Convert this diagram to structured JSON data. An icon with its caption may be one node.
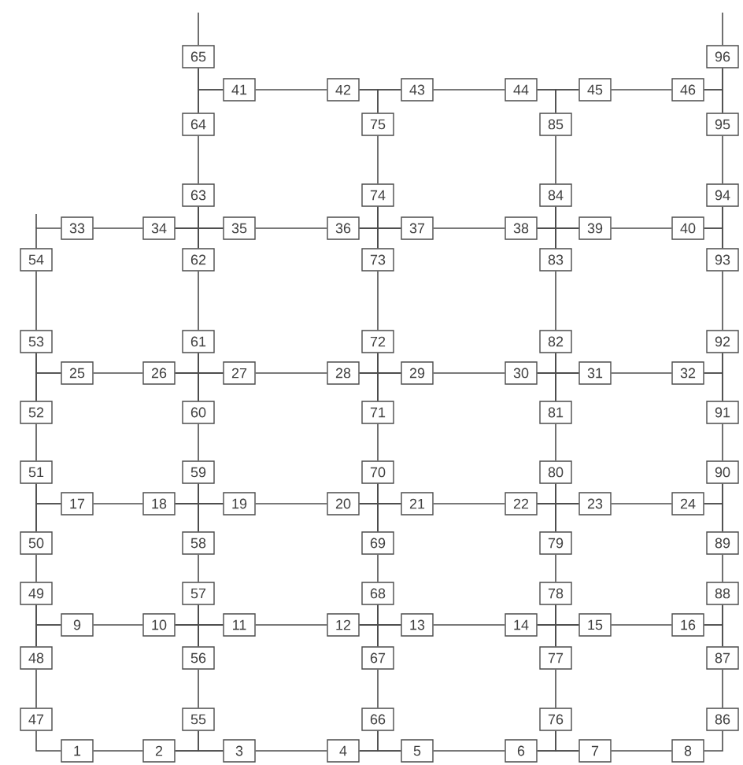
{
  "diagram": {
    "nodes": [
      {
        "text": [
          "1"
        ]
      },
      {
        "text": [
          "2"
        ]
      },
      {
        "text": [
          "3"
        ]
      },
      {
        "text": [
          "4"
        ]
      },
      {
        "text": [
          "5"
        ]
      },
      {
        "text": [
          "6"
        ]
      },
      {
        "text": [
          "7"
        ]
      },
      {
        "text": [
          "8"
        ]
      },
      {
        "text": [
          "9"
        ]
      },
      {
        "text": [
          "10"
        ]
      },
      {
        "text": [
          "11"
        ]
      },
      {
        "text": [
          "12"
        ]
      },
      {
        "text": [
          "13"
        ]
      },
      {
        "text": [
          "14"
        ]
      },
      {
        "text": [
          "15"
        ]
      },
      {
        "text": [
          "16"
        ]
      },
      {
        "text": [
          "17"
        ]
      },
      {
        "text": [
          "18"
        ]
      },
      {
        "text": [
          "19"
        ]
      },
      {
        "text": [
          "20"
        ]
      },
      {
        "text": [
          "21"
        ]
      },
      {
        "text": [
          "22"
        ]
      },
      {
        "text": [
          "23"
        ]
      },
      {
        "text": [
          "24"
        ]
      },
      {
        "text": [
          "25"
        ]
      },
      {
        "text": [
          "26"
        ]
      },
      {
        "text": [
          "27"
        ]
      },
      {
        "text": [
          "28"
        ]
      },
      {
        "text": [
          "29"
        ]
      },
      {
        "text": [
          "30"
        ]
      },
      {
        "text": [
          "31"
        ]
      },
      {
        "text": [
          "32"
        ]
      },
      {
        "text": [
          "33"
        ]
      },
      {
        "text": [
          "34"
        ]
      },
      {
        "text": [
          "35"
        ]
      },
      {
        "text": [
          "36"
        ]
      },
      {
        "text": [
          "37"
        ]
      },
      {
        "text": [
          "38"
        ]
      },
      {
        "text": [
          "39"
        ]
      },
      {
        "text": [
          "40"
        ]
      },
      {
        "text": [
          "41"
        ]
      },
      {
        "text": [
          "42"
        ]
      },
      {
        "text": [
          "43"
        ]
      },
      {
        "text": [
          "44"
        ]
      },
      {
        "text": [
          "45"
        ]
      },
      {
        "text": [
          "46"
        ]
      },
      {
        "text": [
          "47"
        ]
      },
      {
        "text": [
          "48"
        ]
      },
      {
        "text": [
          "49"
        ]
      },
      {
        "text": [
          "50"
        ]
      },
      {
        "text": [
          "51"
        ]
      },
      {
        "text": [
          "52"
        ]
      },
      {
        "text": [
          "53"
        ]
      },
      {
        "text": [
          "54"
        ]
      },
      {
        "text": [
          "55"
        ]
      },
      {
        "text": [
          "56"
        ]
      },
      {
        "text": [
          "57"
        ]
      },
      {
        "text": [
          "58"
        ]
      },
      {
        "text": [
          "59"
        ]
      },
      {
        "text": [
          "60"
        ]
      },
      {
        "text": [
          "61"
        ]
      },
      {
        "text": [
          "62"
        ]
      },
      {
        "text": [
          "63"
        ]
      },
      {
        "text": [
          "64"
        ]
      },
      {
        "text": [
          "65"
        ]
      },
      {
        "text": [
          "66"
        ]
      },
      {
        "text": [
          "67"
        ]
      },
      {
        "text": [
          "68"
        ]
      },
      {
        "text": [
          "69"
        ]
      },
      {
        "text": [
          "70"
        ]
      },
      {
        "text": [
          "71"
        ]
      },
      {
        "text": [
          "72"
        ]
      },
      {
        "text": [
          "73"
        ]
      },
      {
        "text": [
          "74"
        ]
      },
      {
        "text": [
          "75"
        ]
      },
      {
        "text": [
          "76"
        ]
      },
      {
        "text": [
          "77"
        ]
      },
      {
        "text": [
          "78"
        ]
      },
      {
        "text": [
          "79"
        ]
      },
      {
        "text": [
          "80"
        ]
      },
      {
        "text": [
          "81"
        ]
      },
      {
        "text": [
          "82"
        ]
      },
      {
        "text": [
          "83"
        ]
      },
      {
        "text": [
          "84"
        ]
      },
      {
        "text": [
          "85"
        ]
      },
      {
        "text": [
          "86"
        ]
      },
      {
        "text": [
          "87"
        ]
      },
      {
        "text": [
          "88"
        ]
      },
      {
        "text": [
          "89"
        ]
      },
      {
        "text": [
          "90"
        ]
      },
      {
        "text": [
          "91"
        ]
      },
      {
        "text": [
          "92"
        ]
      },
      {
        "text": [
          "93"
        ]
      },
      {
        "text": [
          "94"
        ]
      },
      {
        "text": [
          "95"
        ]
      },
      {
        "text": [
          "96"
        ]
      }
    ],
    "edges": [
      {
        "from": 0,
        "to": 1,
        "arrow": "none"
      },
      {
        "from": 2,
        "to": 3,
        "arrow": "none"
      },
      {
        "from": 4,
        "to": 5,
        "arrow": "none"
      },
      {
        "from": 6,
        "to": 7,
        "arrow": "none"
      },
      {
        "from": 46,
        "to": 0,
        "arrow": "none"
      },
      {
        "from": 1,
        "to": 2,
        "arrow": "none"
      },
      {
        "from": 1,
        "to": 54,
        "arrow": "none"
      },
      {
        "from": 2,
        "to": 54,
        "arrow": "none"
      },
      {
        "from": 3,
        "to": 4,
        "arrow": "none"
      },
      {
        "from": 3,
        "to": 65,
        "arrow": "none"
      },
      {
        "from": 4,
        "to": 65,
        "arrow": "none"
      },
      {
        "from": 5,
        "to": 6,
        "arrow": "none"
      },
      {
        "from": 5,
        "to": 75,
        "arrow": "none"
      },
      {
        "from": 6,
        "to": 75,
        "arrow": "none"
      },
      {
        "from": 7,
        "to": 85,
        "arrow": "none"
      },
      {
        "from": 8,
        "to": 9,
        "arrow": "none"
      },
      {
        "from": 10,
        "to": 11,
        "arrow": "none"
      },
      {
        "from": 12,
        "to": 13,
        "arrow": "none"
      },
      {
        "from": 14,
        "to": 15,
        "arrow": "none"
      },
      {
        "from": 8,
        "to": 48,
        "arrow": "none"
      },
      {
        "from": 8,
        "to": 47,
        "arrow": "none"
      },
      {
        "from": 48,
        "to": 47,
        "arrow": "none"
      },
      {
        "from": 9,
        "to": 10,
        "arrow": "none"
      },
      {
        "from": 9,
        "to": 56,
        "arrow": "none"
      },
      {
        "from": 9,
        "to": 55,
        "arrow": "none"
      },
      {
        "from": 10,
        "to": 56,
        "arrow": "none"
      },
      {
        "from": 10,
        "to": 55,
        "arrow": "none"
      },
      {
        "from": 56,
        "to": 55,
        "arrow": "none"
      },
      {
        "from": 11,
        "to": 12,
        "arrow": "none"
      },
      {
        "from": 11,
        "to": 67,
        "arrow": "none"
      },
      {
        "from": 11,
        "to": 66,
        "arrow": "none"
      },
      {
        "from": 12,
        "to": 67,
        "arrow": "none"
      },
      {
        "from": 12,
        "to": 66,
        "arrow": "none"
      },
      {
        "from": 67,
        "to": 66,
        "arrow": "none"
      },
      {
        "from": 13,
        "to": 14,
        "arrow": "none"
      },
      {
        "from": 13,
        "to": 77,
        "arrow": "none"
      },
      {
        "from": 13,
        "to": 76,
        "arrow": "none"
      },
      {
        "from": 14,
        "to": 77,
        "arrow": "none"
      },
      {
        "from": 14,
        "to": 76,
        "arrow": "none"
      },
      {
        "from": 77,
        "to": 76,
        "arrow": "none"
      },
      {
        "from": 15,
        "to": 87,
        "arrow": "none"
      },
      {
        "from": 15,
        "to": 86,
        "arrow": "none"
      },
      {
        "from": 87,
        "to": 86,
        "arrow": "none"
      },
      {
        "from": 16,
        "to": 17,
        "arrow": "none"
      },
      {
        "from": 18,
        "to": 19,
        "arrow": "none"
      },
      {
        "from": 20,
        "to": 21,
        "arrow": "none"
      },
      {
        "from": 22,
        "to": 23,
        "arrow": "none"
      },
      {
        "from": 16,
        "to": 50,
        "arrow": "none"
      },
      {
        "from": 16,
        "to": 49,
        "arrow": "none"
      },
      {
        "from": 50,
        "to": 49,
        "arrow": "none"
      },
      {
        "from": 17,
        "to": 18,
        "arrow": "none"
      },
      {
        "from": 17,
        "to": 58,
        "arrow": "none"
      },
      {
        "from": 17,
        "to": 57,
        "arrow": "none"
      },
      {
        "from": 18,
        "to": 58,
        "arrow": "none"
      },
      {
        "from": 18,
        "to": 57,
        "arrow": "none"
      },
      {
        "from": 58,
        "to": 57,
        "arrow": "none"
      },
      {
        "from": 19,
        "to": 20,
        "arrow": "none"
      },
      {
        "from": 19,
        "to": 69,
        "arrow": "none"
      },
      {
        "from": 19,
        "to": 68,
        "arrow": "none"
      },
      {
        "from": 20,
        "to": 69,
        "arrow": "none"
      },
      {
        "from": 20,
        "to": 68,
        "arrow": "none"
      },
      {
        "from": 69,
        "to": 68,
        "arrow": "none"
      },
      {
        "from": 21,
        "to": 22,
        "arrow": "none"
      },
      {
        "from": 21,
        "to": 79,
        "arrow": "none"
      },
      {
        "from": 21,
        "to": 78,
        "arrow": "none"
      },
      {
        "from": 22,
        "to": 79,
        "arrow": "none"
      },
      {
        "from": 22,
        "to": 78,
        "arrow": "none"
      },
      {
        "from": 79,
        "to": 78,
        "arrow": "none"
      },
      {
        "from": 23,
        "to": 89,
        "arrow": "none"
      },
      {
        "from": 23,
        "to": 88,
        "arrow": "none"
      },
      {
        "from": 89,
        "to": 88,
        "arrow": "none"
      },
      {
        "from": 24,
        "to": 25,
        "arrow": "none"
      },
      {
        "from": 26,
        "to": 27,
        "arrow": "none"
      },
      {
        "from": 28,
        "to": 29,
        "arrow": "none"
      },
      {
        "from": 30,
        "to": 31,
        "arrow": "none"
      },
      {
        "from": 24,
        "to": 52,
        "arrow": "none"
      },
      {
        "from": 24,
        "to": 51,
        "arrow": "none"
      },
      {
        "from": 52,
        "to": 51,
        "arrow": "none"
      },
      {
        "from": 25,
        "to": 26,
        "arrow": "none"
      },
      {
        "from": 25,
        "to": 60,
        "arrow": "none"
      },
      {
        "from": 25,
        "to": 59,
        "arrow": "none"
      },
      {
        "from": 26,
        "to": 60,
        "arrow": "none"
      },
      {
        "from": 26,
        "to": 59,
        "arrow": "none"
      },
      {
        "from": 60,
        "to": 59,
        "arrow": "none"
      },
      {
        "from": 27,
        "to": 28,
        "arrow": "none"
      },
      {
        "from": 27,
        "to": 71,
        "arrow": "none"
      },
      {
        "from": 27,
        "to": 70,
        "arrow": "none"
      },
      {
        "from": 28,
        "to": 71,
        "arrow": "none"
      },
      {
        "from": 28,
        "to": 70,
        "arrow": "none"
      },
      {
        "from": 71,
        "to": 70,
        "arrow": "none"
      },
      {
        "from": 29,
        "to": 30,
        "arrow": "none"
      },
      {
        "from": 29,
        "to": 81,
        "arrow": "none"
      },
      {
        "from": 29,
        "to": 80,
        "arrow": "none"
      },
      {
        "from": 30,
        "to": 81,
        "arrow": "none"
      },
      {
        "from": 30,
        "to": 80,
        "arrow": "none"
      },
      {
        "from": 81,
        "to": 80,
        "arrow": "none"
      },
      {
        "from": 31,
        "to": 91,
        "arrow": "none"
      },
      {
        "from": 31,
        "to": 90,
        "arrow": "none"
      },
      {
        "from": 91,
        "to": 90,
        "arrow": "none"
      },
      {
        "from": 32,
        "to": 33,
        "arrow": "none"
      },
      {
        "from": 34,
        "to": 35,
        "arrow": "none"
      },
      {
        "from": 36,
        "to": 37,
        "arrow": "none"
      },
      {
        "from": 38,
        "to": 39,
        "arrow": "none"
      },
      {
        "from": 32,
        "to": 53,
        "arrow": "none"
      },
      {
        "from": 33,
        "to": 34,
        "arrow": "none"
      },
      {
        "from": 33,
        "to": 62,
        "arrow": "none"
      },
      {
        "from": 33,
        "to": 61,
        "arrow": "none"
      },
      {
        "from": 34,
        "to": 62,
        "arrow": "none"
      },
      {
        "from": 34,
        "to": 61,
        "arrow": "none"
      },
      {
        "from": 62,
        "to": 61,
        "arrow": "none"
      },
      {
        "from": 35,
        "to": 36,
        "arrow": "none"
      },
      {
        "from": 35,
        "to": 73,
        "arrow": "none"
      },
      {
        "from": 35,
        "to": 72,
        "arrow": "none"
      },
      {
        "from": 36,
        "to": 73,
        "arrow": "none"
      },
      {
        "from": 36,
        "to": 72,
        "arrow": "none"
      },
      {
        "from": 73,
        "to": 72,
        "arrow": "none"
      },
      {
        "from": 37,
        "to": 38,
        "arrow": "none"
      },
      {
        "from": 37,
        "to": 83,
        "arrow": "none"
      },
      {
        "from": 37,
        "to": 82,
        "arrow": "none"
      },
      {
        "from": 38,
        "to": 83,
        "arrow": "none"
      },
      {
        "from": 38,
        "to": 82,
        "arrow": "none"
      },
      {
        "from": 83,
        "to": 82,
        "arrow": "none"
      },
      {
        "from": 39,
        "to": 93,
        "arrow": "none"
      },
      {
        "from": 39,
        "to": 92,
        "arrow": "none"
      },
      {
        "from": 93,
        "to": 92,
        "arrow": "none"
      },
      {
        "from": 40,
        "to": 41,
        "arrow": "none"
      },
      {
        "from": 42,
        "to": 43,
        "arrow": "none"
      },
      {
        "from": 44,
        "to": 45,
        "arrow": "none"
      },
      {
        "from": 40,
        "to": 64,
        "arrow": "none"
      },
      {
        "from": 40,
        "to": 63,
        "arrow": "none"
      },
      {
        "from": 64,
        "to": 63,
        "arrow": "none"
      },
      {
        "from": 41,
        "to": 42,
        "arrow": "none"
      },
      {
        "from": 41,
        "to": 74,
        "arrow": "none"
      },
      {
        "from": 42,
        "to": 74,
        "arrow": "none"
      },
      {
        "from": 43,
        "to": 44,
        "arrow": "none"
      },
      {
        "from": 43,
        "to": 84,
        "arrow": "none"
      },
      {
        "from": 44,
        "to": 84,
        "arrow": "none"
      },
      {
        "from": 45,
        "to": 95,
        "arrow": "none"
      },
      {
        "from": 45,
        "to": 94,
        "arrow": "none"
      },
      {
        "from": 95,
        "to": 94,
        "arrow": "none"
      },
      {
        "from": 53,
        "to": 52,
        "arrow": "none"
      },
      {
        "from": 51,
        "to": 50,
        "arrow": "none"
      },
      {
        "from": 49,
        "to": 48,
        "arrow": "none"
      },
      {
        "from": 47,
        "to": 46,
        "arrow": "none"
      },
      {
        "from": 63,
        "to": 62,
        "arrow": "none"
      },
      {
        "from": 61,
        "to": 60,
        "arrow": "none"
      },
      {
        "from": 59,
        "to": 58,
        "arrow": "none"
      },
      {
        "from": 57,
        "to": 56,
        "arrow": "none"
      },
      {
        "from": 55,
        "to": 54,
        "arrow": "none"
      },
      {
        "from": 74,
        "to": 73,
        "arrow": "none"
      },
      {
        "from": 72,
        "to": 71,
        "arrow": "none"
      },
      {
        "from": 70,
        "to": 69,
        "arrow": "none"
      },
      {
        "from": 68,
        "to": 67,
        "arrow": "none"
      },
      {
        "from": 66,
        "to": 65,
        "arrow": "none"
      },
      {
        "from": 84,
        "to": 83,
        "arrow": "none"
      },
      {
        "from": 82,
        "to": 81,
        "arrow": "none"
      },
      {
        "from": 80,
        "to": 79,
        "arrow": "none"
      },
      {
        "from": 78,
        "to": 77,
        "arrow": "none"
      },
      {
        "from": 76,
        "to": 75,
        "arrow": "none"
      },
      {
        "from": 94,
        "to": 93,
        "arrow": "none"
      },
      {
        "from": 92,
        "to": 91,
        "arrow": "none"
      },
      {
        "from": 90,
        "to": 89,
        "arrow": "none"
      },
      {
        "from": 88,
        "to": 87,
        "arrow": "none"
      },
      {
        "from": 86,
        "to": 85,
        "arrow": "none"
      },
      {
        "from": null,
        "to": 64,
        "arrow": "none"
      },
      {
        "from": null,
        "to": 95,
        "arrow": "none"
      }
    ]
  }
}
